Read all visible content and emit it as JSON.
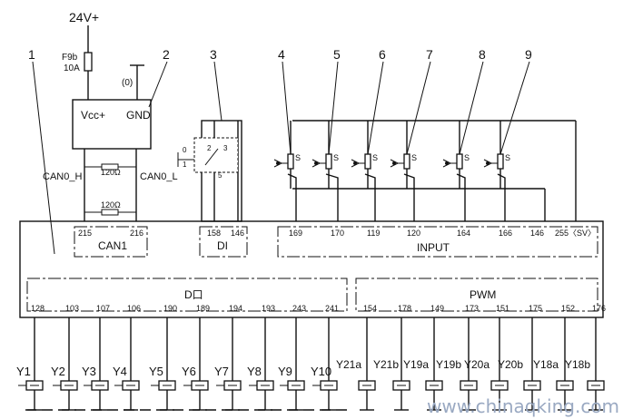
{
  "supply": {
    "voltage": "24V+",
    "fuse_id": "F9b",
    "fuse_rating": "10A",
    "ground_mark": "(0)"
  },
  "power_box": {
    "vcc": "Vcc+",
    "gnd": "GND"
  },
  "can_bus": {
    "high": "CAN0_H",
    "low": "CAN0_L",
    "r1": "120Ω",
    "r2": "120Ω"
  },
  "callouts": [
    "1",
    "2",
    "3",
    "4",
    "5",
    "6",
    "7",
    "8",
    "9"
  ],
  "switch": {
    "contact_a": "0",
    "contact_b": "1",
    "contact_c": "2",
    "contact_d": "3",
    "contact_e": "5"
  },
  "sensor_mark": "S",
  "blocks": {
    "can1": {
      "label": "CAN1",
      "pins": [
        "215",
        "216"
      ]
    },
    "di": {
      "label": "DI",
      "pins": [
        "158",
        "146"
      ]
    },
    "input": {
      "label": "INPUT",
      "pins": [
        "169",
        "170",
        "119",
        "120",
        "164",
        "166",
        "146",
        "255〈SV〉"
      ]
    },
    "do": {
      "label": "D口",
      "pins": [
        "128",
        "103",
        "107",
        "106",
        "190",
        "189",
        "194",
        "193",
        "243",
        "241"
      ]
    },
    "pwm": {
      "label": "PWM",
      "pins": [
        "154",
        "178",
        "149",
        "173",
        "151",
        "175",
        "152",
        "176"
      ]
    }
  },
  "do_loads": [
    "Y1",
    "Y2",
    "Y3",
    "Y4",
    "Y5",
    "Y6",
    "Y7",
    "Y8",
    "Y9",
    "Y10"
  ],
  "pwm_loads": [
    "Y21a",
    "Y21b",
    "Y19a",
    "Y19b",
    "Y20a",
    "Y20b",
    "Y18a",
    "Y18b"
  ],
  "watermark": "www.chinaqking.com"
}
